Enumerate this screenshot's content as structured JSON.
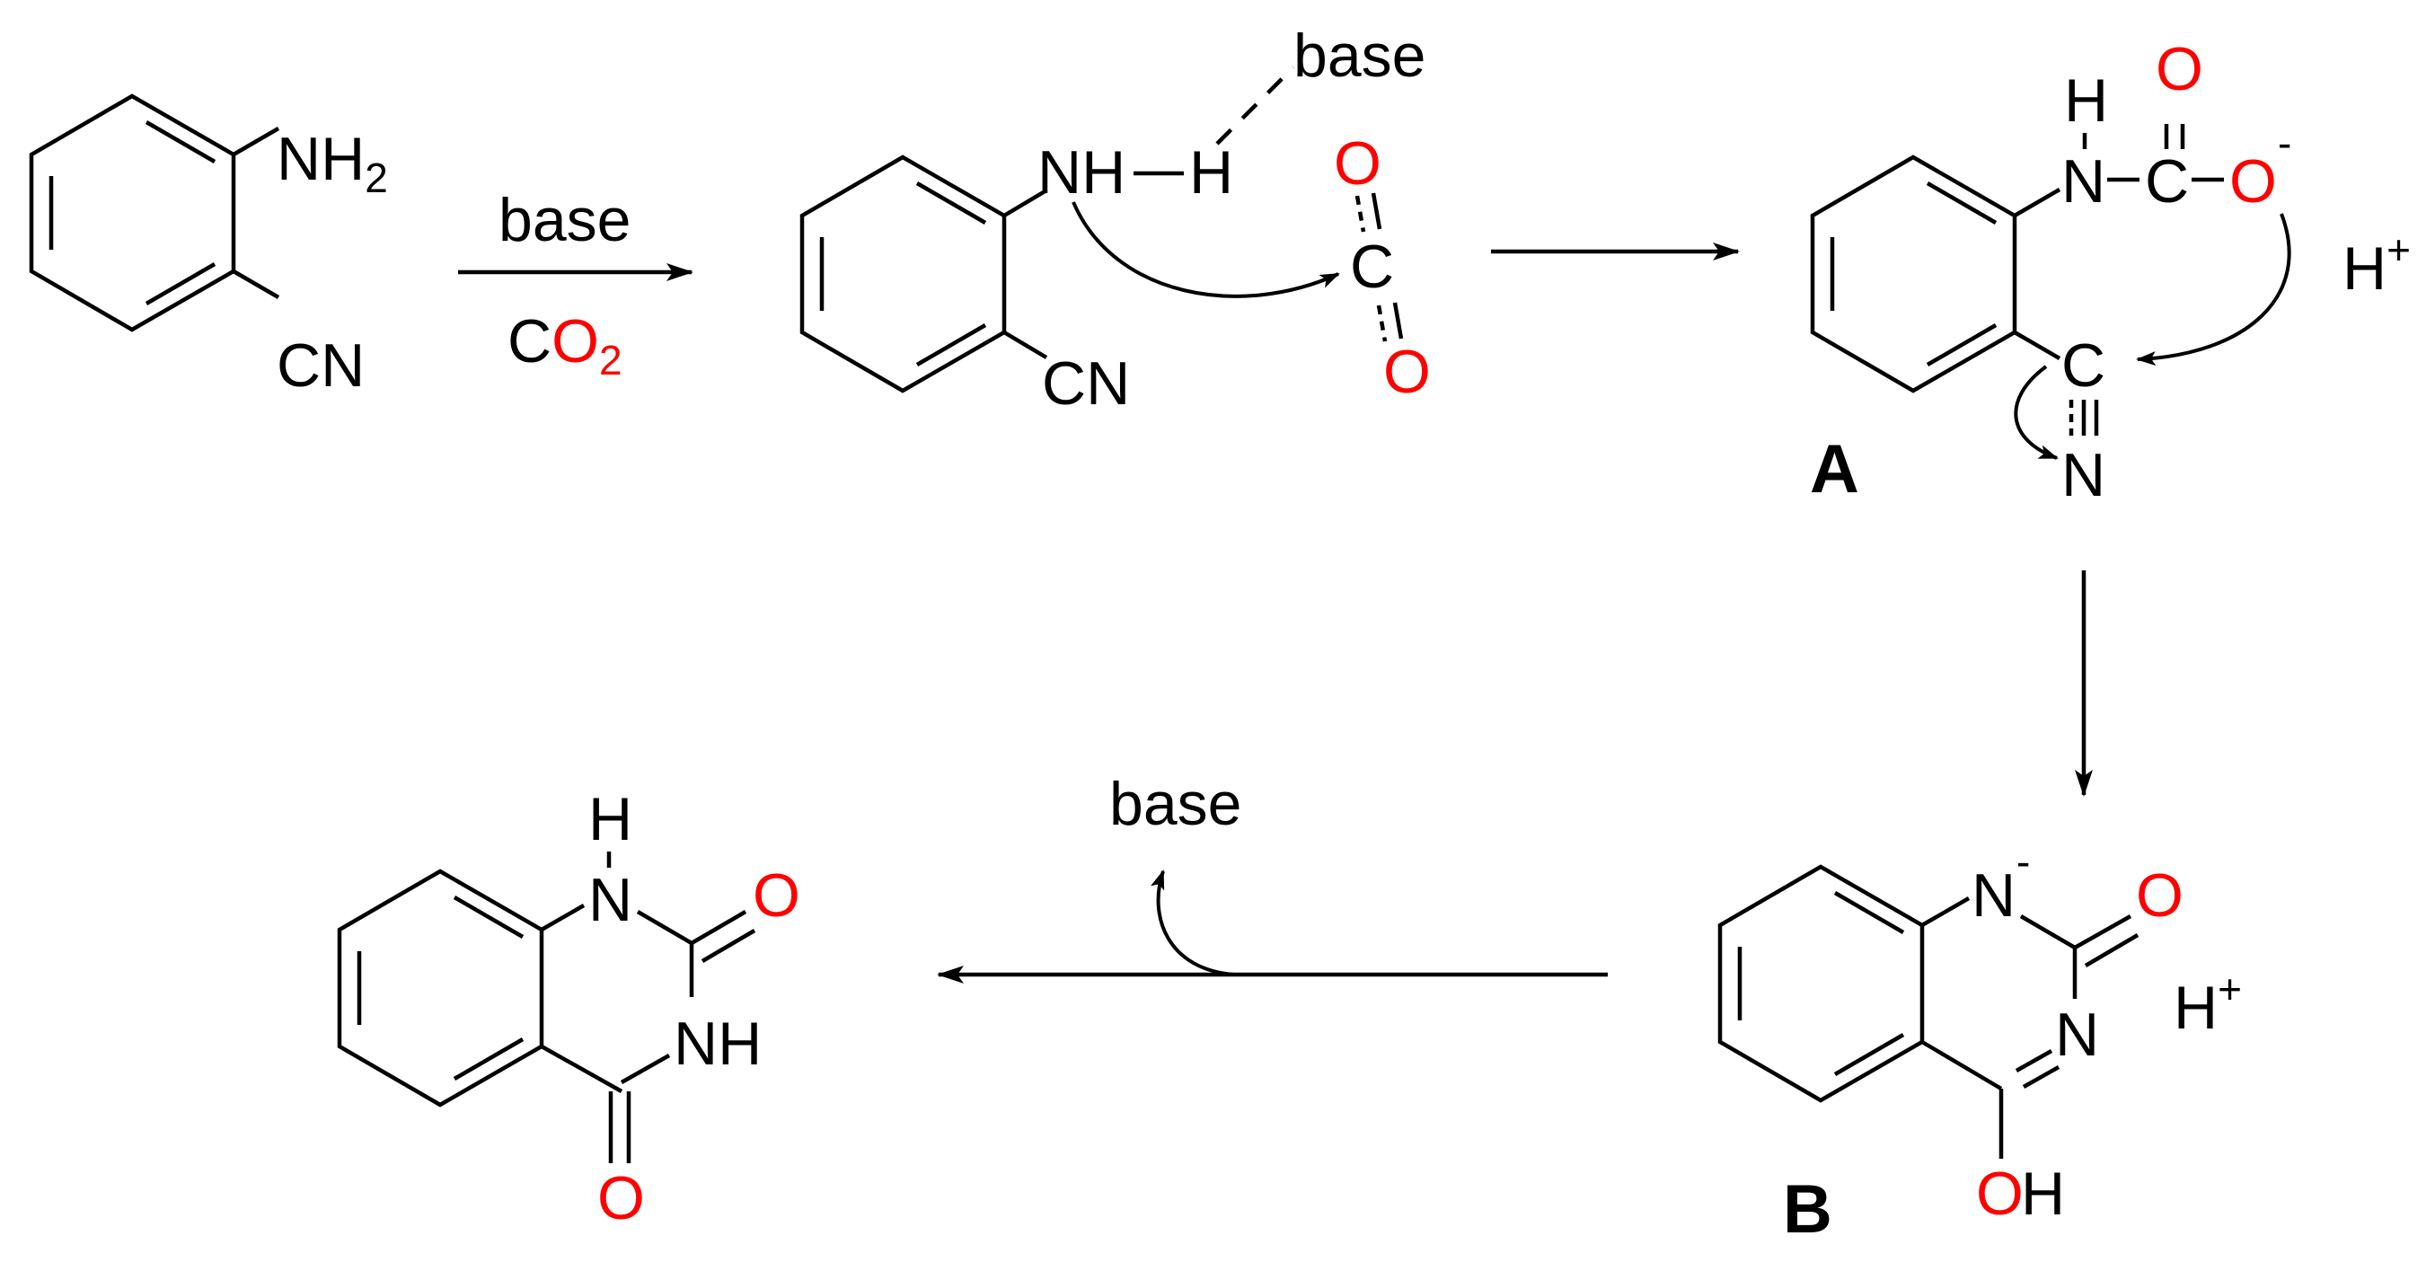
{
  "colors": {
    "oxygen": "#ff0000",
    "default": "#000000"
  },
  "step1": {
    "reagent_top": "base",
    "reagent_bottom": "CO2"
  },
  "compound1": {
    "nh2": "NH2",
    "cn": "CN"
  },
  "compound2": {
    "nh": "NH",
    "h": "H",
    "base": "base",
    "co2_c": "C",
    "co2_o_top": "O",
    "co2_o_bottom": "O",
    "cn": "CN"
  },
  "intermediateA": {
    "label": "A",
    "h": "H",
    "n": "N",
    "c": "C",
    "o_carbonyl": "O",
    "o_anion": "O",
    "charge": "-",
    "cn_c": "C",
    "cn_n": "N",
    "proton": "H+"
  },
  "intermediateB": {
    "label": "B",
    "n1": "N",
    "charge": "-",
    "o_carbonyl": "O",
    "n3": "N",
    "oh_o": "O",
    "oh_h": "H",
    "proton": "H+"
  },
  "step_final": {
    "reagent": "base"
  },
  "product": {
    "nh_top_h": "H",
    "nh_top_n": "N",
    "o_carbonyl": "O",
    "nh": "NH",
    "o_bottom": "O"
  }
}
